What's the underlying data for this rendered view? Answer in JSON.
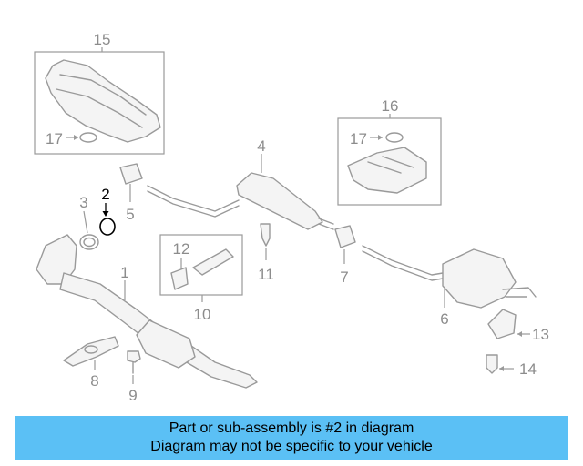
{
  "callouts": {
    "c1": "1",
    "c2": "2",
    "c3": "3",
    "c4": "4",
    "c5": "5",
    "c6": "6",
    "c7": "7",
    "c8": "8",
    "c9": "9",
    "c10": "10",
    "c11": "11",
    "c12": "12",
    "c13": "13",
    "c14": "14",
    "c15": "15",
    "c16": "16",
    "c17a": "17",
    "c17b": "17"
  },
  "highlighted_part": "2",
  "colors": {
    "banner": "#5bc0f5",
    "line": "#9a9a9a",
    "label": "#8c8c8c",
    "highlight": "#000000"
  },
  "banner": {
    "line1": "Part or sub-assembly is #2 in diagram",
    "line2": "Diagram may not be specific to your vehicle"
  }
}
